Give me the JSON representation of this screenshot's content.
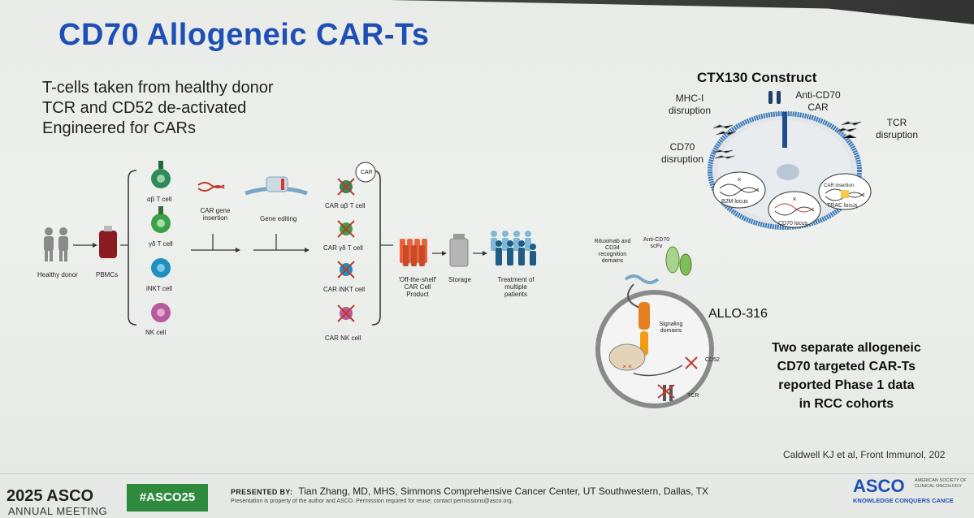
{
  "slide": {
    "title": "CD70 Allogeneic CAR-Ts",
    "bullets": [
      "T-cells taken from healthy donor",
      "TCR and CD52 de-activated",
      "Engineered for CARs"
    ]
  },
  "workflow": {
    "healthy_donor": "Healthy donor",
    "pbmcs": "PBMCs",
    "cells": [
      "αβ T cell",
      "γδ T cell",
      "iNKT cell",
      "NK cell"
    ],
    "car_gene_insertion": "CAR gene insertion",
    "gene_editing": "Gene editing",
    "car_badge": "CAR",
    "car_cells": [
      "CAR αβ T cell",
      "CAR γδ T cell",
      "CAR iNKT cell",
      "CAR NK cell"
    ],
    "off_the_shelf": "'Off-the-shelf' CAR Cell Product",
    "storage": "Storage",
    "treatment": "Treatment of multiple patients"
  },
  "ctx130": {
    "title": "CTX130 Construct",
    "mhc": "MHC-I disruption",
    "anti_cd70_car": "Anti-CD70 CAR",
    "tcr_disruption": "TCR disruption",
    "cd70_disruption": "CD70 disruption",
    "b2m_locus": "B2M locus",
    "car_insertion": "CAR insertion",
    "trac_locus": "TRAC locus",
    "cd70_locus": "CD70 locus"
  },
  "allo316": {
    "title": "ALLO-316",
    "rituximab": "Rituximab and CD34 recognition domains",
    "anti_cd70_scfv": "Anti-CD70 scFv",
    "signaling": "Signaling domains",
    "cd52": "CD52",
    "tcr": "TCR"
  },
  "summary": [
    "Two separate allogeneic",
    "CD70 targeted CAR-Ts",
    "reported Phase 1 data",
    "in RCC cohorts"
  ],
  "citation": "Caldwell KJ et al, Front Immunol, 202",
  "footer": {
    "year_asco": "2025 ASCO",
    "meeting": "ANNUAL MEETING",
    "hashtag": "#ASCO25",
    "presented_by_label": "PRESENTED BY:",
    "presenter": "Tian Zhang, MD, MHS, Simmons Comprehensive Cancer Center, UT Southwestern, Dallas, TX",
    "property": "Presentation is property of the author and ASCO. Permission required for reuse; contact permissions@asco.org.",
    "asco_logo": "ASCO",
    "asco_society": "AMERICAN SOCIETY OF CLINICAL ONCOLOGY",
    "asco_tagline": "KNOWLEDGE CONQUERS CANCE"
  },
  "colors": {
    "title_blue": "#1f4fb5",
    "hashtag_green": "#2e8b3e"
  }
}
